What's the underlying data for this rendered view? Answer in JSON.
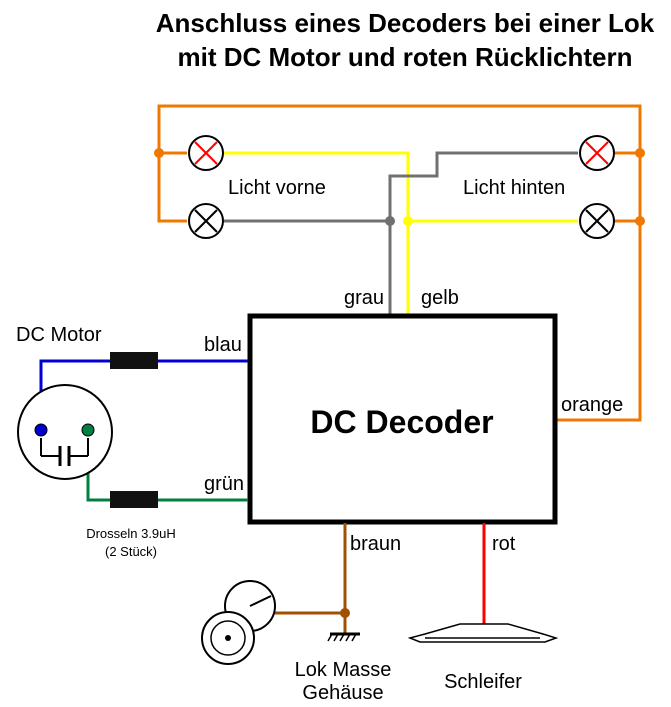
{
  "title": {
    "line1": "Anschluss eines Decoders bei einer Lok",
    "line2": "mit DC Motor und roten Rücklichtern"
  },
  "decoder": {
    "label": "DC Decoder"
  },
  "labels": {
    "licht_vorne": "Licht vorne",
    "licht_hinten": "Licht hinten",
    "dc_motor": "DC Motor",
    "drosseln_line1": "Drosseln 3.9uH",
    "drosseln_line2": "(2 Stück)",
    "lok_masse_line1": "Lok Masse",
    "lok_masse_line2": "Gehäuse",
    "schleifer": "Schleifer"
  },
  "wires": {
    "grau": "grau",
    "gelb": "gelb",
    "blau": "blau",
    "gruen": "grün",
    "orange": "orange",
    "braun": "braun",
    "rot": "rot"
  },
  "colors": {
    "orange": "#f07800",
    "yellow": "#ffff00",
    "gray": "#707070",
    "blue": "#0000d0",
    "green": "#008040",
    "brown": "#a05000",
    "red": "#ff0000",
    "lamp_red": "#ff0000",
    "choke": "#111111"
  }
}
